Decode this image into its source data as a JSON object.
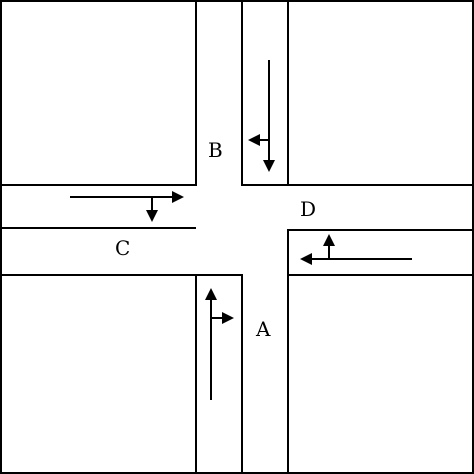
{
  "diagram": {
    "approaches": [
      {
        "id": "A",
        "label": "A"
      },
      {
        "id": "B",
        "label": "B"
      },
      {
        "id": "C",
        "label": "C"
      },
      {
        "id": "D",
        "label": "D"
      }
    ]
  },
  "colors": {
    "line": "#000000",
    "background": "#ffffff"
  }
}
